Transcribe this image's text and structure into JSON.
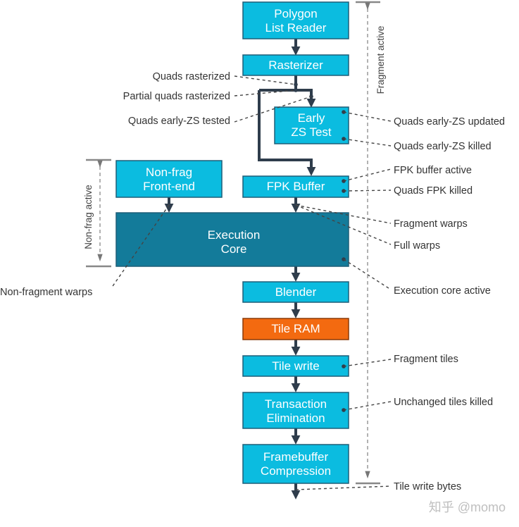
{
  "colors": {
    "box": "#0bbce0",
    "core": "#137b9a",
    "tile_ram": "#f36a10",
    "box_border": "#1e5f78",
    "flow": "#2f3d4c"
  },
  "boxes": {
    "polygon_list_reader": [
      "Polygon",
      "List Reader"
    ],
    "rasterizer": [
      "Rasterizer"
    ],
    "early_zs_test": [
      "Early",
      "ZS Test"
    ],
    "non_frag_front_end": [
      "Non-frag",
      "Front-end"
    ],
    "fpk_buffer": [
      "FPK Buffer"
    ],
    "execution_core": [
      "Execution",
      "Core"
    ],
    "blender": [
      "Blender"
    ],
    "tile_ram": [
      "Tile RAM"
    ],
    "tile_write": [
      "Tile write"
    ],
    "transaction_elimination": [
      "Transaction",
      "Elimination"
    ],
    "framebuffer_compression": [
      "Framebuffer",
      "Compression"
    ]
  },
  "annotations": {
    "quads_rasterized": "Quads rasterized",
    "partial_quads_rasterized": "Partial quads rasterized",
    "quads_early_zs_tested": "Quads early-ZS tested",
    "quads_early_zs_updated": "Quads early-ZS updated",
    "quads_early_zs_killed": "Quads early-ZS killed",
    "fpk_buffer_active": "FPK buffer active",
    "quads_fpk_killed": "Quads FPK killed",
    "fragment_warps": "Fragment warps",
    "full_warps": "Full warps",
    "non_fragment_warps": "Non-fragment warps",
    "execution_core_active": "Execution core active",
    "fragment_tiles": "Fragment tiles",
    "unchanged_tiles_killed": "Unchanged tiles killed",
    "tile_write_bytes": "Tile write bytes"
  },
  "ranges": {
    "fragment_active": "Fragment active",
    "non_frag_active": "Non-frag active"
  },
  "watermark": "知乎 @momo"
}
